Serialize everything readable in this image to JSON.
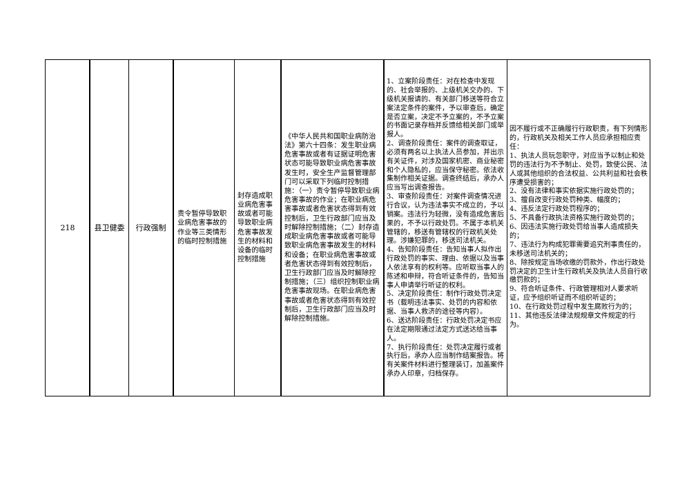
{
  "row": {
    "number": "218",
    "department": "县卫健委",
    "category": "行政强制",
    "item_name": "责令暂停导致职业病危害事故的作业等三类情形的临时控制措施",
    "sub_item": "封存造成职业病危害事故或者可能导致职业病危害事故发生的材料和设备的临时控制措施",
    "basis": "《中华人民共和国职业病防治法》第六十四条：发生职业病危害事故或者有证据证明危害状态可能导致职业病危害事故发生时，安全生产监督管理部门可以采取下列临时控制措施：（一）责令暂停导致职业病危害事故的作业；在职业病危害事故或者危害状态得到有效控制后，卫生行政部门应当及时解除控制措施；（二）封存造成职业病危害事故或者可能导致职业病危害事故发生的材料和设备；在职业病危害事故或者危害状态得到有效控制后，卫生行政部门应当及时解除控制措施；（三）组织控制职业病危害事故现场。在职业病危害事故或者危害状态得到有效控制后，卫生行政部门应当及时解除控制措施。",
    "responsibilities": "1、立案阶段责任：对在检查中发现的、社会举报的、上级机关交办的、下级机关报请的、有关部门移送等符合立案法定条件的案件，予以审查后，确定是否立案，决定不予立案的，不予立案的书面记录存档并反馈给相关部门或举报人。\n2、调查阶段责任：案件的调查取证，必须有两名以上执法人员参加，并出示有关证件，对涉及国家机密、商业秘密和个人隐私的，应当保守秘密。依法收集制作相关证据。调查终结后，承办人应当写出调查报告。\n3、审查阶段责任：对案件调查情况进行合议，认为违法事实不成立的，予以销案。违法行为轻微，没有造成危害后果的，不予以行政处罚。不属于本机关管辖的，移送有管辖权的行政机关处理。涉嫌犯罪的，移送司法机关。\n4、告知阶段责任：告知当事人拟作出行政处罚的事实、理由、依据以及当事人依法享有的权利等。应听取当事人的陈述和申辩，符合听证条件的，告知当事人申请举行听证的权利。\n5、决定阶段责任：制作行政处罚决定书（载明违法事实、处罚的内容和依据、当事人救济的途径等内容）。\n6、送达阶段责任：行政处罚决定书应在法定期限通过法定方式送达给当事人。\n7、执行阶段责任：处罚决定履行或者执行后，承办人应当制作结案报告。将有关案件材料进行整理装订，加盖案件承办人印章，归档保存。",
    "accountability": "因不履行或不正确履行行政职责，有下列情形的，行政机关及相关工作人员应承担相应责任：\n1、执法人员玩忽职守，对应当予以制止和处罚的违法行为不予制止、处罚，致使公民、法人或其他组织的合法权益、公共利益和社会秩序遭受损害的；\n2、没有法律和事实依据实施行政处罚的；\n3、擅自改变行政处罚种类、幅度的；\n4、违反法定行政处罚程序的；\n5、不具备行政执法资格实施行政处罚的；\n6、因违法实施行政处罚给当事人造成损失的；\n7、违法行为构成犯罪需要追究刑事责任的，未移送司法机关的；\n8、除按规定当场收缴的罚款外，作出行政处罚决定的卫生计生行政机关及执法人员自行收缴罚款的；\n9、符合听证条件、行政管理相对人要求听证，应予组织听证而不组织听证的；\n10、在行政处罚过程中发生腐败行为的；\n11、其他违反法律法规规章文件规定的行为。"
  }
}
